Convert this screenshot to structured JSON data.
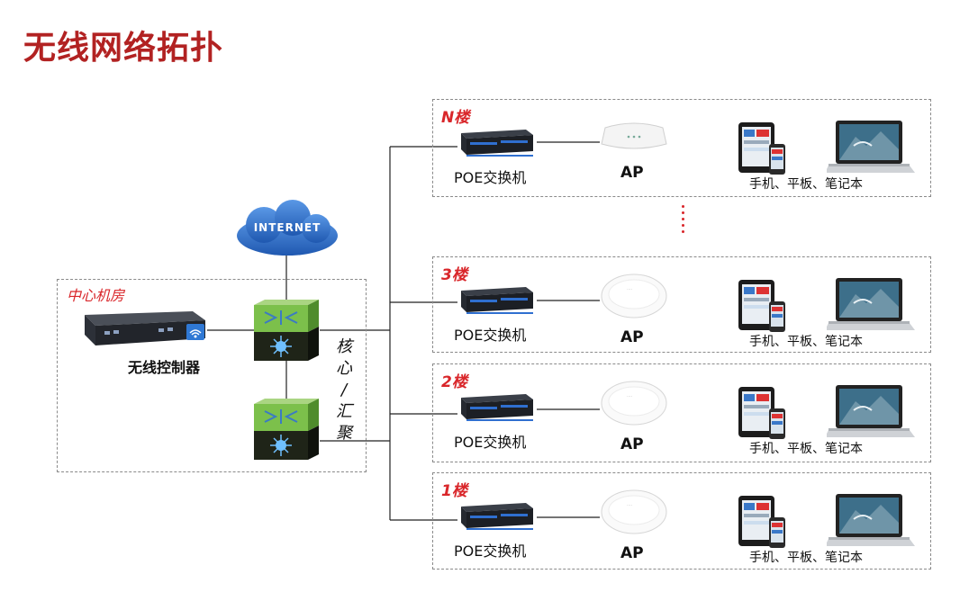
{
  "title": "无线网络拓扑",
  "center_room": {
    "label": "中心机房",
    "controller_label": "无线控制器",
    "internet_label": "INTERNET",
    "core_label_chars": [
      "核",
      "心",
      "/",
      "汇",
      "聚"
    ]
  },
  "floors": [
    {
      "name": "N楼",
      "switch_label": "POE交换机",
      "ap_label": "AP",
      "devices_label": "手机、平板、笔记本"
    },
    {
      "name": "3楼",
      "switch_label": "POE交换机",
      "ap_label": "AP",
      "devices_label": "手机、平板、笔记本"
    },
    {
      "name": "2楼",
      "switch_label": "POE交换机",
      "ap_label": "AP",
      "devices_label": "手机、平板、笔记本"
    },
    {
      "name": "1楼",
      "switch_label": "POE交换机",
      "ap_label": "AP",
      "devices_label": "手机、平板、笔记本"
    }
  ],
  "colors": {
    "title": "#b22222",
    "accent_red": "#d9262a",
    "cloud": "#2f6fc4",
    "core_green": "#7cc04b"
  }
}
